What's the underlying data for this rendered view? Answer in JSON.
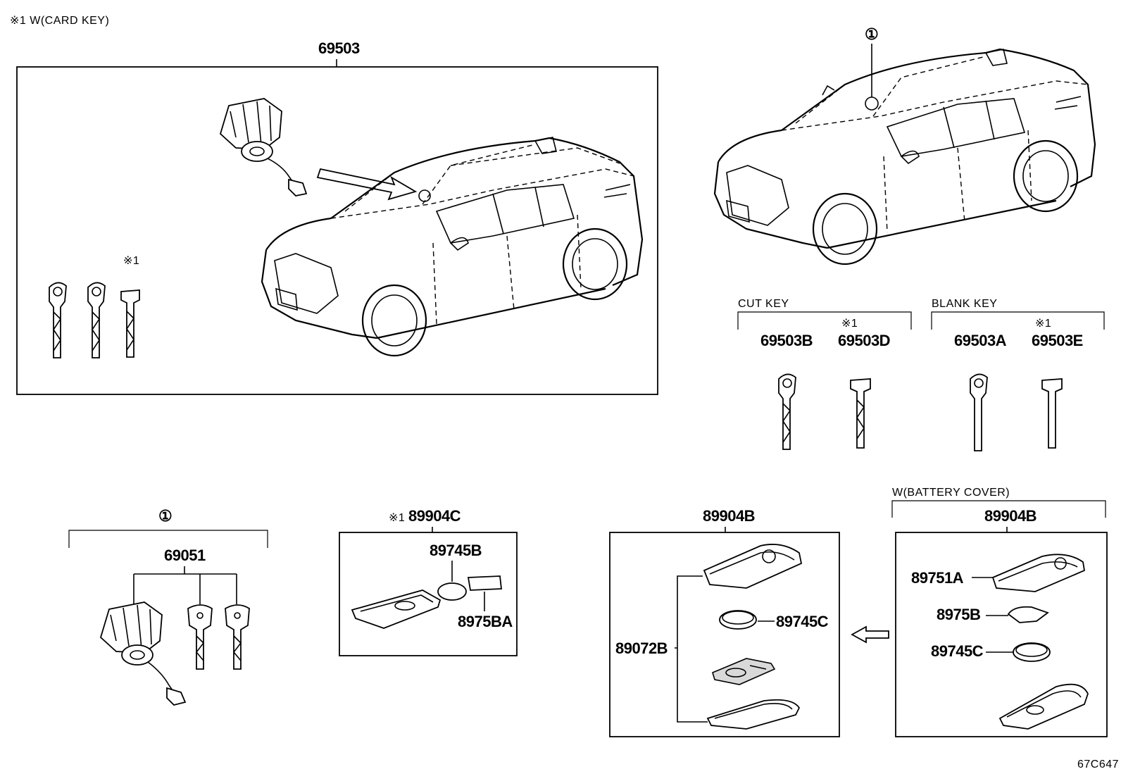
{
  "notes": {
    "card_key_note": "※1 W(CARD KEY)",
    "diagram_code": "67C647"
  },
  "labels": {
    "main_set": "69503",
    "circle_1_top": "①",
    "note1_left": "※1",
    "cut_key": "CUT KEY",
    "blank_key": "BLANK KEY",
    "p_69503B": "69503B",
    "p_69503D": "69503D",
    "p_69503A": "69503A",
    "p_69503E": "69503E",
    "note1_d": "※1",
    "note1_e": "※1",
    "circle_1_bottom": "①",
    "p_69051": "69051",
    "note1_card": "※1",
    "p_89904C": "89904C",
    "p_89745B": "89745B",
    "p_8975BA": "8975BA",
    "p_89904B_mid": "89904B",
    "p_89745C_mid": "89745C",
    "p_89072B": "89072B",
    "battery_cover": "W(BATTERY COVER)",
    "p_89904B_right": "89904B",
    "p_89751A": "89751A",
    "p_8975B": "8975B",
    "p_89745C_right": "89745C"
  },
  "icons": [
    "vehicle-icon",
    "ignition-cylinder-icon",
    "mechanical-key-icon",
    "card-key-icon",
    "smart-key-fob-icon",
    "coin-battery-icon",
    "arrow-left-icon"
  ]
}
